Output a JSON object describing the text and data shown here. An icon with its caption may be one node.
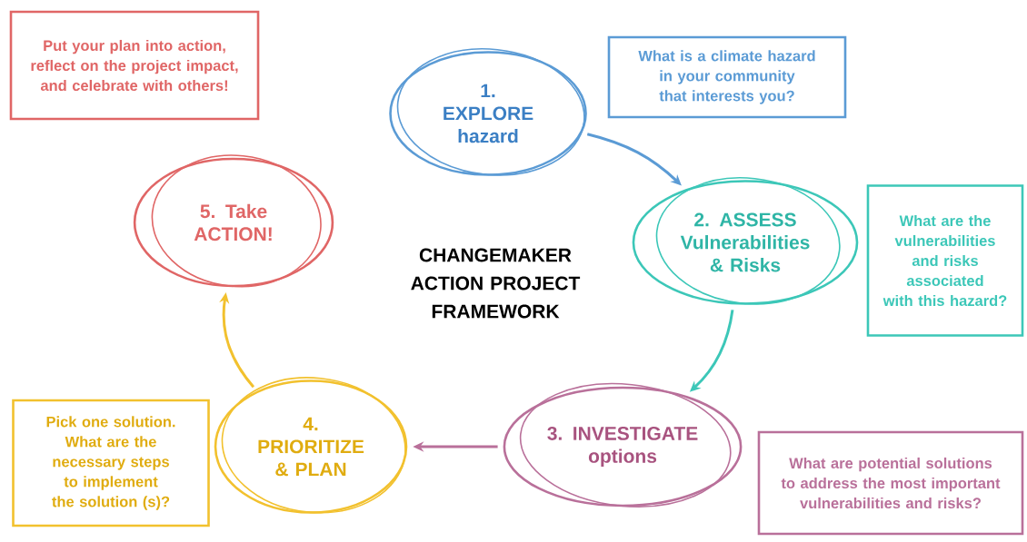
{
  "diagram": {
    "title": "CHANGEMAKER ACTION PROJECT FRAMEWORK",
    "nodes": [
      {
        "text": [
          "1. EXPLORE hazard"
        ]
      },
      {
        "text": [
          "What is a climate hazard in your community that interests you?"
        ]
      },
      {
        "text": [
          "2. ASSESS Vulnerabilities & Risks"
        ]
      },
      {
        "text": [
          "What are the vulnerabilities and risks associated with this hazard?"
        ]
      },
      {
        "text": [
          "3. INVESTIGATE options"
        ]
      },
      {
        "text": [
          "What are potential solutions to address the most important vulnerabilities and risks?"
        ]
      },
      {
        "text": [
          "4. PRIORITIZE & PLAN"
        ]
      },
      {
        "text": [
          "Pick one solution. What are the necessary  steps to implement the solution (s)?"
        ]
      },
      {
        "text": [
          "5. Take ACTION!"
        ]
      },
      {
        "text": [
          "Put your plan into action, reflect on the project impact, and celebrate with others!"
        ]
      }
    ],
    "edges": [
      {
        "from": 0,
        "to": 2,
        "arrow": "to",
        "color": "#5b9bd5"
      },
      {
        "from": 2,
        "to": 4,
        "arrow": "to",
        "color": "#3cc7b8"
      },
      {
        "from": 4,
        "to": 6,
        "arrow": "to",
        "color": "#b9709a"
      },
      {
        "from": 6,
        "to": 8,
        "arrow": "to",
        "color": "#f2c12e"
      }
    ]
  }
}
